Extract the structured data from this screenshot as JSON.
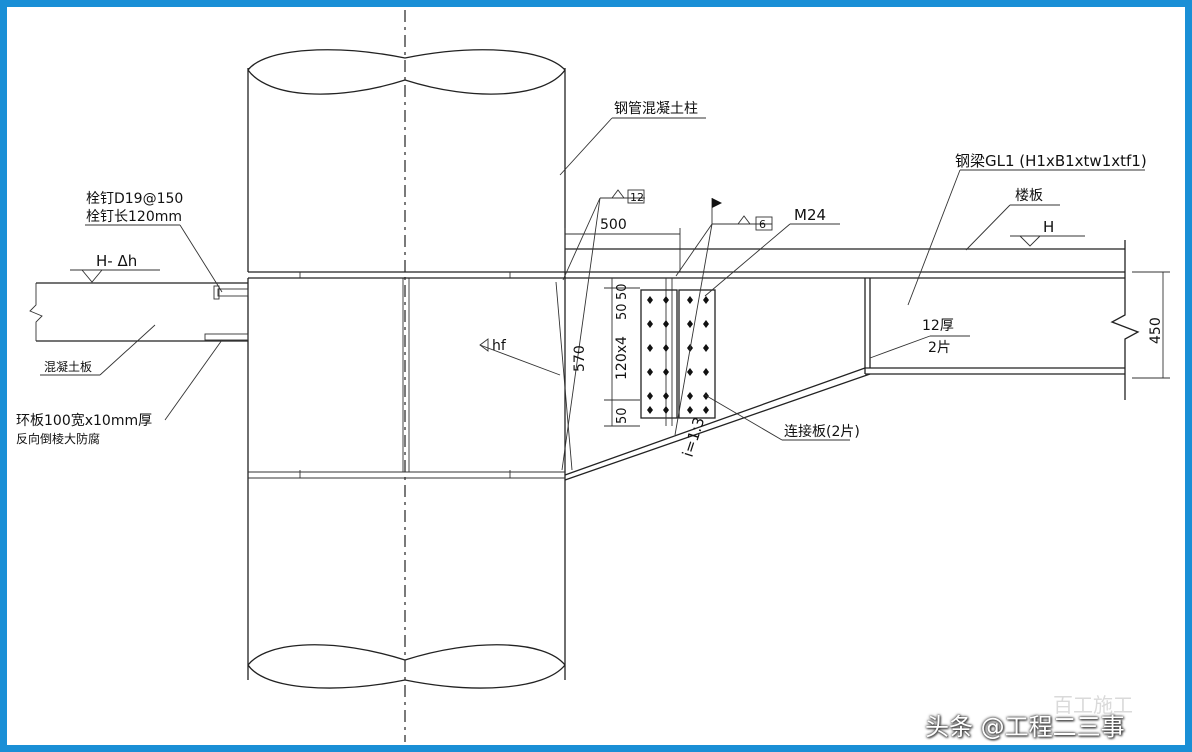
{
  "colors": {
    "frame": "#1a8fd6",
    "line": "#222222",
    "watermark": "#ffffff"
  },
  "labels": {
    "column": "钢管混凝土柱",
    "steel_beam": "钢梁GL1 (H1xB1xtw1xtf1)",
    "floor_slab": "楼板",
    "slab_elev": "H",
    "stud_line1": "栓钉D19@150",
    "stud_line2": "栓钉长120mm",
    "left_elev": "H- Δh",
    "concrete_slab": "混凝土板",
    "ring_line1": "环板100宽x10mm厚",
    "ring_line2": "反向倒棱大防腐",
    "weld_12": "12",
    "weld_6": "6",
    "weld_hf": "hf",
    "dim_500": "500",
    "dim_570": "570",
    "dim_50a": "50",
    "dim_50b": "50",
    "dim_120x4": "120x4",
    "dim_50c": "50",
    "dim_450": "450",
    "bolt": "M24",
    "stiffener_line1": "12厚",
    "stiffener_line2": "2片",
    "slope": "i=1:3",
    "splice_plate": "连接板(2片)"
  },
  "watermark": {
    "brand_faded": "百工施工",
    "credit": "头条 @工程二三事"
  }
}
